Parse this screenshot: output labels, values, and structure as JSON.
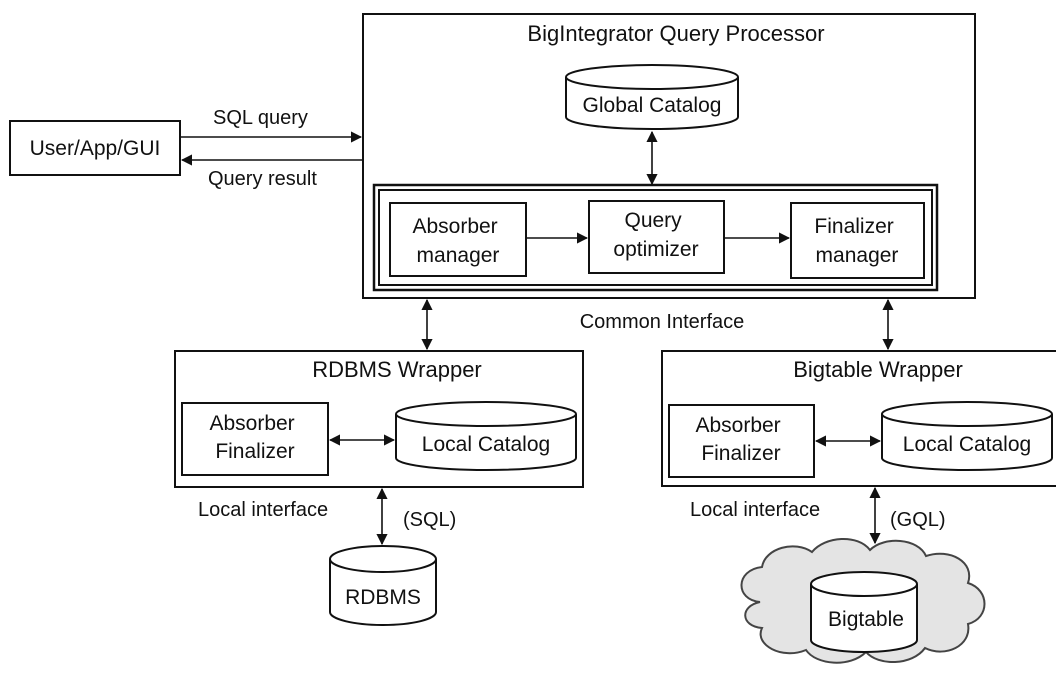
{
  "processor": {
    "title": "BigIntegrator Query  Processor",
    "global_catalog": "Global Catalog",
    "absorber_manager": [
      "Absorber",
      "manager"
    ],
    "query_optimizer": [
      "Query",
      "optimizer"
    ],
    "finalizer_manager": [
      "Finalizer",
      "manager"
    ]
  },
  "user_app": {
    "label": "User/App/GUI"
  },
  "flows": {
    "sql_query": "SQL query",
    "query_result": "Query result",
    "common_interface": "Common Interface"
  },
  "rdbms_wrapper": {
    "title": "RDBMS Wrapper",
    "absorber_finalizer": [
      "Absorber",
      "Finalizer"
    ],
    "local_catalog": "Local Catalog",
    "local_interface": "Local interface",
    "protocol": "(SQL)",
    "source": "RDBMS"
  },
  "bigtable_wrapper": {
    "title": "Bigtable Wrapper",
    "absorber_finalizer": [
      "Absorber",
      "Finalizer"
    ],
    "local_catalog": "Local Catalog",
    "local_interface": "Local interface",
    "protocol": "(GQL)",
    "source": "Bigtable"
  }
}
